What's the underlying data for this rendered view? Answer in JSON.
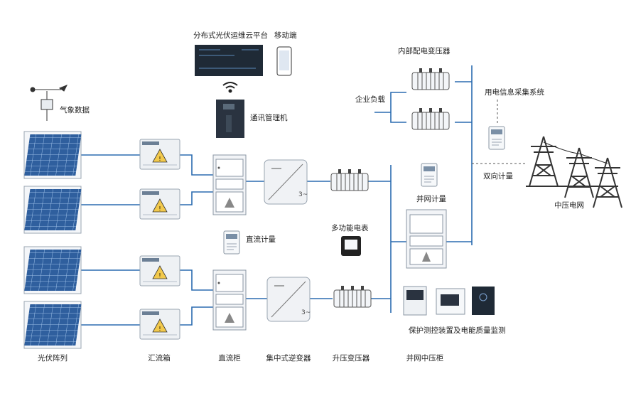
{
  "labels": {
    "cloud_platform": "分布式光伏运维云平台",
    "mobile": "移动端",
    "internal_transformer": "内部配电变压器",
    "enterprise_load": "企业负载",
    "metering_system": "用电信息采集系统",
    "weather": "气象数据",
    "comm_manager": "通讯管理机",
    "bidirectional_meter": "双向计量",
    "grid_meter": "并网计量",
    "mv_grid": "中压电网",
    "dc_meter": "直流计量",
    "multi_meter": "多功能电表",
    "protection": "保护测控装置及电能质量监测",
    "pv_array": "光伏阵列",
    "combiner": "汇流箱",
    "dc_cabinet": "直流柜",
    "inverter": "集中式逆变器",
    "step_up": "升压变压器",
    "mv_cabinet": "并网中压柜"
  },
  "inverter_symbol": "3~",
  "colors": {
    "line": "#2b6cb0",
    "dashed": "#555555",
    "panel": "#2f5f9e",
    "device": "#e8ecf0"
  }
}
